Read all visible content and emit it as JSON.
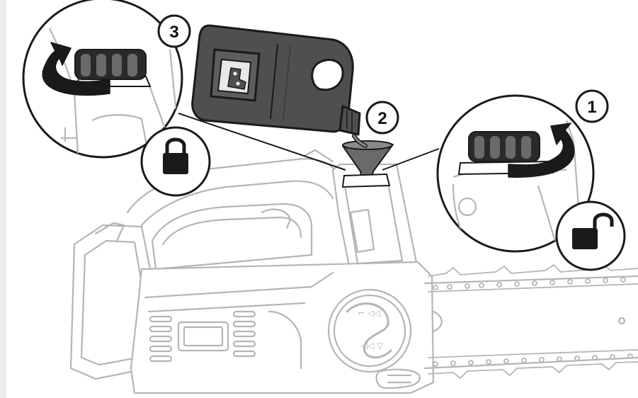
{
  "figure": {
    "steps": [
      {
        "label": "1",
        "action": "unscrew-cap",
        "lock_state": "unlocked"
      },
      {
        "label": "2",
        "action": "pour-oil-through-funnel"
      },
      {
        "label": "3",
        "action": "screw-cap",
        "lock_state": "locked"
      }
    ],
    "icons": [
      "oil-can-icon",
      "funnel-icon",
      "rotate-arrow-icon",
      "padlock-locked-icon",
      "padlock-unlocked-icon",
      "oil-cap-icon"
    ],
    "colors": {
      "saw_outline": "#b5b5b5",
      "ink": "#1a1a1a",
      "cap_fill": "#2a2a2a",
      "can_fill": "#4f4f4f",
      "background": "#ffffff"
    }
  }
}
